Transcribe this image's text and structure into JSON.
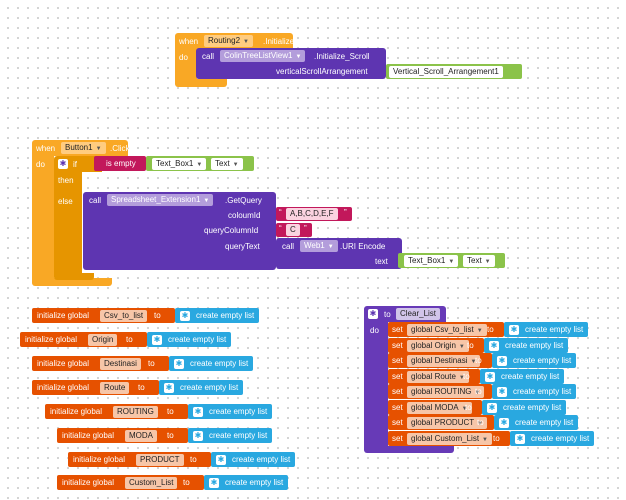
{
  "blocks": {
    "routing_init": {
      "when": "when",
      "component": "Routing2",
      "event": ".Initialize",
      "do": "do",
      "call": "call",
      "method": "ColinTreeListView1",
      "method_suffix": ".Initialize_Scroll",
      "param": "verticalScrollArrangement",
      "value": "Vertical_Scroll_Arrangement1"
    },
    "button_click": {
      "when": "when",
      "component": "Button1",
      "event": ".Click",
      "do": "do",
      "if": "if",
      "then": "then",
      "else": "else",
      "is_empty": "is empty",
      "textbox": "Text_Box1",
      "text_prop": "Text",
      "call": "call",
      "ext": "Spreadsheet_Extension1",
      "method_suffix": ".GetQuery",
      "col_label": "coloumId",
      "col_value": "A,B,C,D,E,F",
      "qcol_label": "queryColumnId",
      "qcol_value": "C",
      "qtext_label": "queryText",
      "web": "Web1",
      "uri": ".URI Encode",
      "text_label": "text",
      "textbox2": "Text_Box1",
      "text_prop2": "Text"
    },
    "globals": [
      {
        "prefix": "initialize global",
        "name": "Csv_to_list",
        "to": "to",
        "value": "create empty list"
      },
      {
        "prefix": "initialize global",
        "name": "Origin",
        "to": "to",
        "value": "create empty list"
      },
      {
        "prefix": "initialize global",
        "name": "Destinasi",
        "to": "to",
        "value": "create empty list"
      },
      {
        "prefix": "initialize global",
        "name": "Route",
        "to": "to",
        "value": "create empty list"
      },
      {
        "prefix": "initialize global",
        "name": "ROUTING",
        "to": "to",
        "value": "create empty list"
      },
      {
        "prefix": "initialize global",
        "name": "MODA",
        "to": "to",
        "value": "create empty list"
      },
      {
        "prefix": "initialize global",
        "name": "PRODUCT",
        "to": "to",
        "value": "create empty list"
      },
      {
        "prefix": "initialize global",
        "name": "Custom_List",
        "to": "to",
        "value": "create empty list"
      }
    ],
    "procedure": {
      "to": "to",
      "name": "Clear_List",
      "do": "do",
      "sets": [
        {
          "set": "set",
          "var": "global Csv_to_list",
          "to": "to",
          "value": "create empty list"
        },
        {
          "set": "set",
          "var": "global Origin",
          "to": "to",
          "value": "create empty list"
        },
        {
          "set": "set",
          "var": "global Destinasi",
          "to": "to",
          "value": "create empty list"
        },
        {
          "set": "set",
          "var": "global Route",
          "to": "to",
          "value": "create empty list"
        },
        {
          "set": "set",
          "var": "global ROUTING",
          "to": "to",
          "value": "create empty list"
        },
        {
          "set": "set",
          "var": "global MODA",
          "to": "to",
          "value": "create empty list"
        },
        {
          "set": "set",
          "var": "global PRODUCT",
          "to": "to",
          "value": "create empty list"
        },
        {
          "set": "set",
          "var": "global Custom_List",
          "to": "to",
          "value": "create empty list"
        }
      ]
    }
  },
  "icons": {
    "gear": "gear-icon",
    "dropdown": "dropdown-arrow-icon"
  },
  "colors": {
    "event": "#f9a825",
    "component": "#5e35b1",
    "text": "#8bc34a",
    "string": "#c2185b",
    "variable": "#e65100",
    "list": "#29a8e0",
    "procedure": "#673ab7",
    "control": "#f9a825"
  }
}
